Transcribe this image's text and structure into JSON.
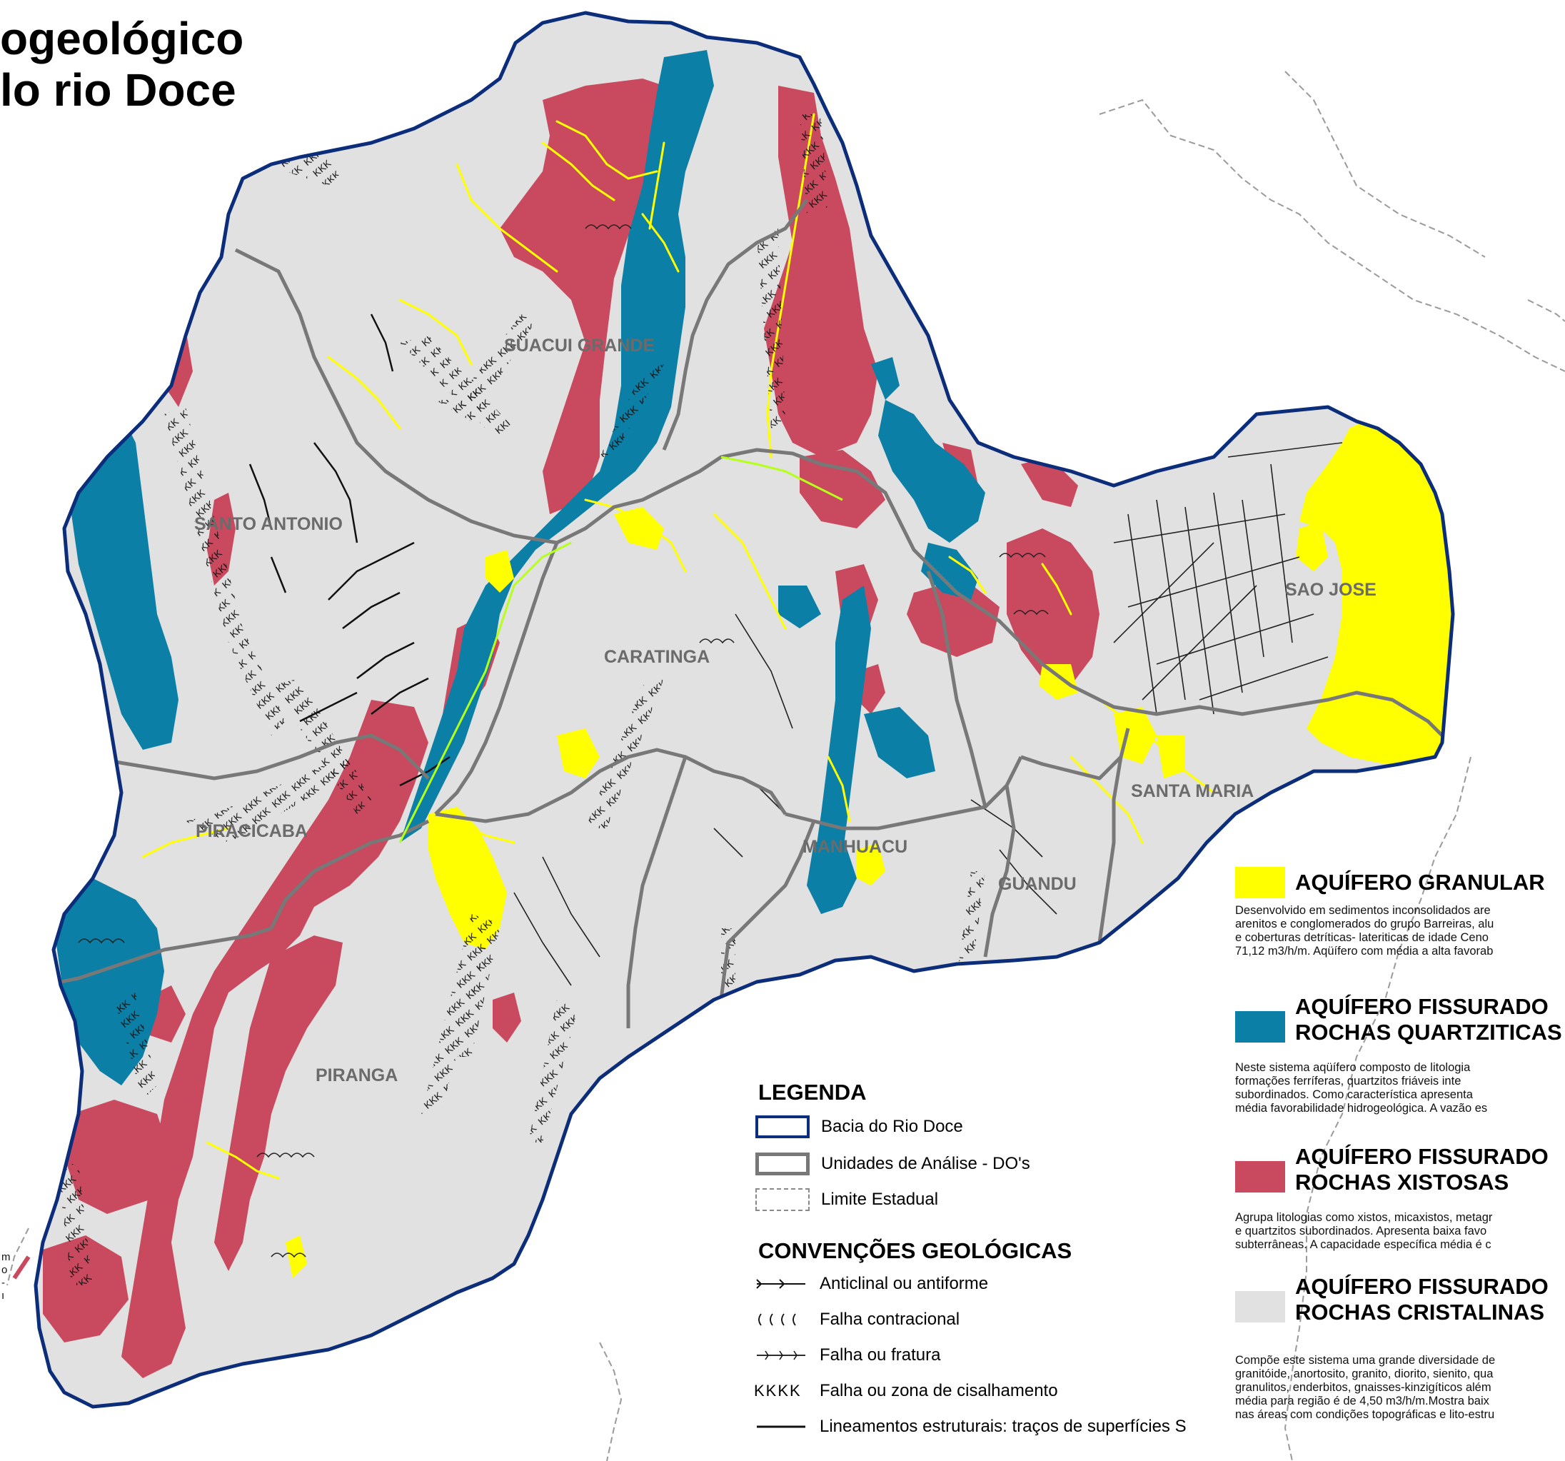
{
  "title": {
    "line1": "ogeológico",
    "line2": "lo rio Doce"
  },
  "colors": {
    "granular": "#ffff00",
    "quartzitic": "#0b7fa6",
    "schist": "#c94a5e",
    "crystalline": "#e1e1e1",
    "basin_border": "#0c2d7a",
    "do_border": "#787878",
    "river": "#b5ff1a"
  },
  "units": [
    {
      "id": "suacui",
      "label": "SUACUI GRANDE"
    },
    {
      "id": "santo-antonio",
      "label": "SANTO ANTONIO"
    },
    {
      "id": "caratinga",
      "label": "CARATINGA"
    },
    {
      "id": "sao-jose",
      "label": "SAO JOSE"
    },
    {
      "id": "santa-maria",
      "label": "SANTA MARIA"
    },
    {
      "id": "manhuacu",
      "label": "MANHUACU"
    },
    {
      "id": "guandu",
      "label": "GUANDU"
    },
    {
      "id": "piracicaba",
      "label": "PIRACICABA"
    },
    {
      "id": "piranga",
      "label": "PIRANGA"
    }
  ],
  "legend": {
    "title": "LEGENDA",
    "items": [
      {
        "label": "Bacia do Rio Doce"
      },
      {
        "label": "Unidades de Análise - DO's"
      },
      {
        "label": "Limite Estadual"
      }
    ]
  },
  "conventions": {
    "title": "CONVENÇÕES GEOLÓGICAS",
    "items": [
      {
        "label": "Anticlinal ou antiforme",
        "icon": "anticline-icon"
      },
      {
        "label": "Falha contracional",
        "icon": "thrust-fault-icon"
      },
      {
        "label": "Falha ou fratura",
        "icon": "fracture-icon"
      },
      {
        "label": "Falha ou zona de cisalhamento",
        "icon": "shear-zone-icon",
        "glyph": "KKKK"
      },
      {
        "label": "Lineamentos estruturais: traços de superfícies S",
        "icon": "lineament-icon"
      }
    ]
  },
  "aquifers": [
    {
      "id": "granular",
      "title": [
        "AQUÍFERO GRANULAR"
      ],
      "desc": [
        "Desenvolvido em sedimentos inconsolidados are",
        "arenitos e conglomerados do grupo Barreiras, alu",
        "e coberturas detríticas- lateriticas de idade Ceno",
        "71,12 m3/h/m. Aqüífero com média a alta favorab"
      ]
    },
    {
      "id": "quartzitic",
      "title": [
        "AQUÍFERO FISSURADO",
        "ROCHAS QUARTZITICAS"
      ],
      "desc": [
        "Neste sistema aqüífero composto de litologia",
        "formações ferríferas, quartzitos friáveis inte",
        "subordinados. Como característica apresenta",
        "média favorabilidade hidrogeológica. A vazão es"
      ]
    },
    {
      "id": "schist",
      "title": [
        "AQUÍFERO FISSURADO",
        "ROCHAS XISTOSAS"
      ],
      "desc": [
        "Agrupa litologias como xistos, micaxistos, metagr",
        "e quartzitos subordinados. Apresenta baixa favo",
        "subterrâneas. A capacidade específica média é c"
      ]
    },
    {
      "id": "crystalline",
      "title": [
        "AQUÍFERO FISSURADO",
        "ROCHAS CRISTALINAS"
      ],
      "desc": [
        "Compõe este sistema uma grande diversidade de",
        "granitóide, anortosito, granito, diorito, sienito, qua",
        "granulitos, enderbitos, gnaisses-kinzigíticos além",
        "média para região é de 4,50 m3/h/m.Mostra baix",
        "nas áreas com condições topográficas e lito-estru"
      ]
    }
  ],
  "left_fragments": [
    "m",
    "o",
    "-",
    "ı"
  ]
}
